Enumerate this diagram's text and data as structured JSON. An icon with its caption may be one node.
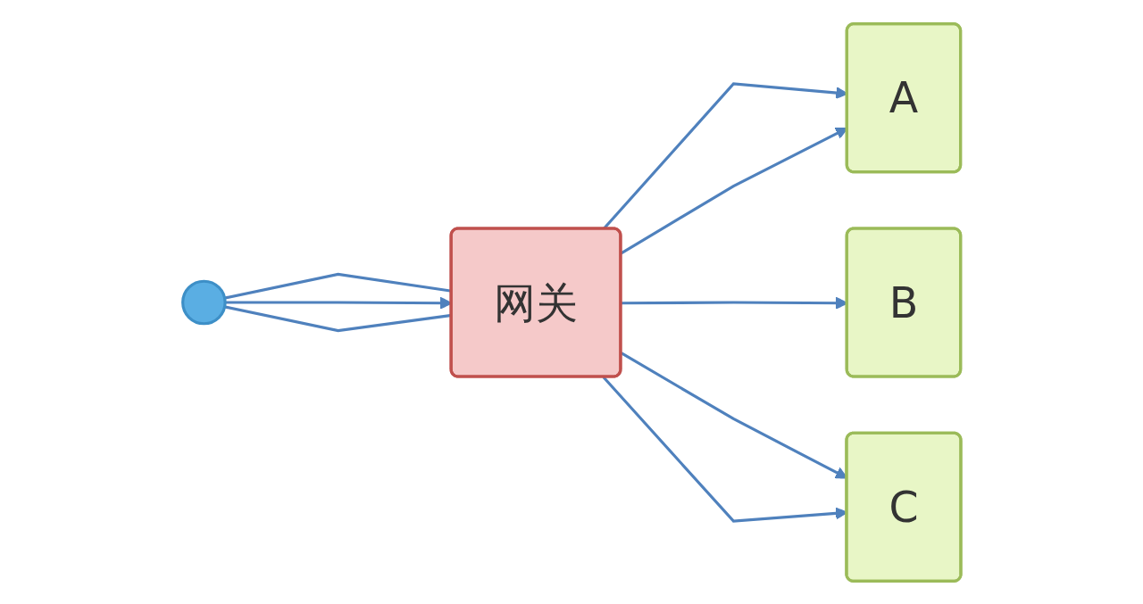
{
  "diagram": {
    "nodes": [
      {
        "text": [],
        "shape": "person"
      },
      {
        "text": [
          "网关"
        ]
      },
      {
        "text": [
          "A"
        ]
      },
      {
        "text": [
          "B"
        ]
      },
      {
        "text": [
          "C"
        ]
      }
    ],
    "edges": [
      {
        "from": 0,
        "to": 1,
        "arrow": "none"
      },
      {
        "from": 0,
        "to": 1,
        "arrow": "to"
      },
      {
        "from": 0,
        "to": 1,
        "arrow": "none"
      },
      {
        "from": 1,
        "to": 2,
        "arrow": "to"
      },
      {
        "from": 1,
        "to": 2,
        "arrow": "to"
      },
      {
        "from": 1,
        "to": 3,
        "arrow": "to"
      },
      {
        "from": 1,
        "to": 4,
        "arrow": "to"
      },
      {
        "from": 1,
        "to": 4,
        "arrow": "to"
      }
    ]
  }
}
